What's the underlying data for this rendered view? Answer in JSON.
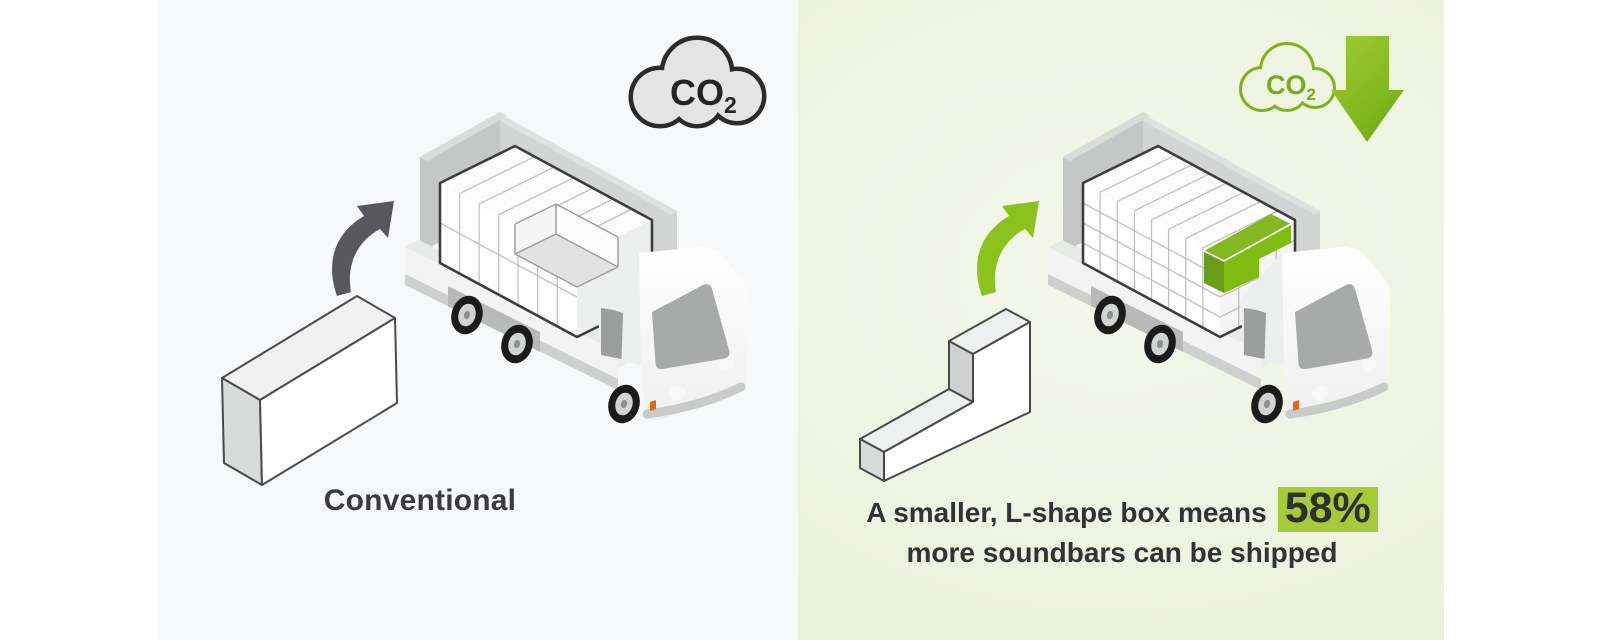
{
  "infographic": {
    "left_panel": {
      "label": "Conventional",
      "co2_icon": {
        "text": "CO",
        "subscript": "2"
      }
    },
    "right_panel": {
      "caption_before": "A smaller, L-shape box means",
      "caption_highlight": "58%",
      "caption_line2": "more soundbars can be shipped",
      "co2_icon": {
        "text": "CO",
        "subscript": "2"
      }
    }
  },
  "colors": {
    "accent_green": "#8bc21e",
    "highlight_green": "#a6cb39",
    "green_box_top": "#84b81f",
    "dark_text": "#3a3a3c",
    "co2_outline_dark": "#2b2b2b",
    "co2_outline_green": "#7fb31c",
    "panel_left_bg": "#f7f8fa",
    "panel_right_bg": "#edf2de"
  }
}
